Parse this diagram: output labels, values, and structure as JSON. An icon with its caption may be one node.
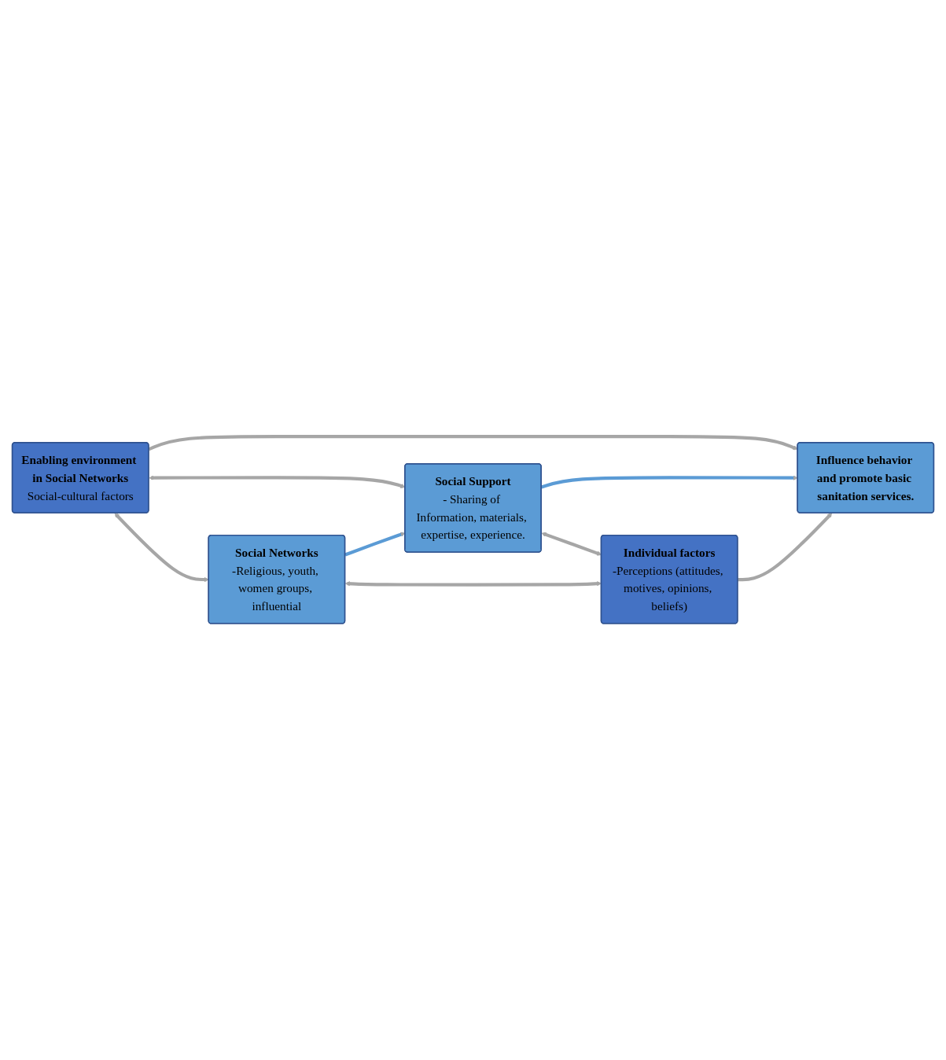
{
  "diagram": {
    "nodes": [
      {
        "text": [
          "Enabling environment in Social Networks",
          "Social-cultural factors"
        ]
      },
      {
        "text": [
          "Social Networks",
          "-Religious, youth, women groups, influential"
        ]
      },
      {
        "text": [
          "Social Support",
          "- Sharing of Information, materials, expertise, experience."
        ]
      },
      {
        "text": [
          "Influence behavior and promote basic sanitation services."
        ]
      },
      {
        "text": [
          "Individual factors",
          "-Perceptions (attitudes, motives, opinions, beliefs)"
        ]
      }
    ],
    "edges": [
      {
        "from": 0,
        "to": 1,
        "arrow": "both"
      },
      {
        "from": 0,
        "to": 3,
        "arrow": "to"
      },
      {
        "from": 0,
        "to": 2,
        "arrow": "both"
      },
      {
        "from": 1,
        "to": 2,
        "arrow": "to",
        "color": "#5b9bd5"
      },
      {
        "from": 2,
        "to": 3,
        "arrow": "to",
        "color": "#5b9bd5"
      },
      {
        "from": 2,
        "to": 4,
        "arrow": "both"
      },
      {
        "from": 1,
        "to": 4,
        "arrow": "both"
      },
      {
        "from": 4,
        "to": 3,
        "arrow": "to"
      }
    ]
  }
}
